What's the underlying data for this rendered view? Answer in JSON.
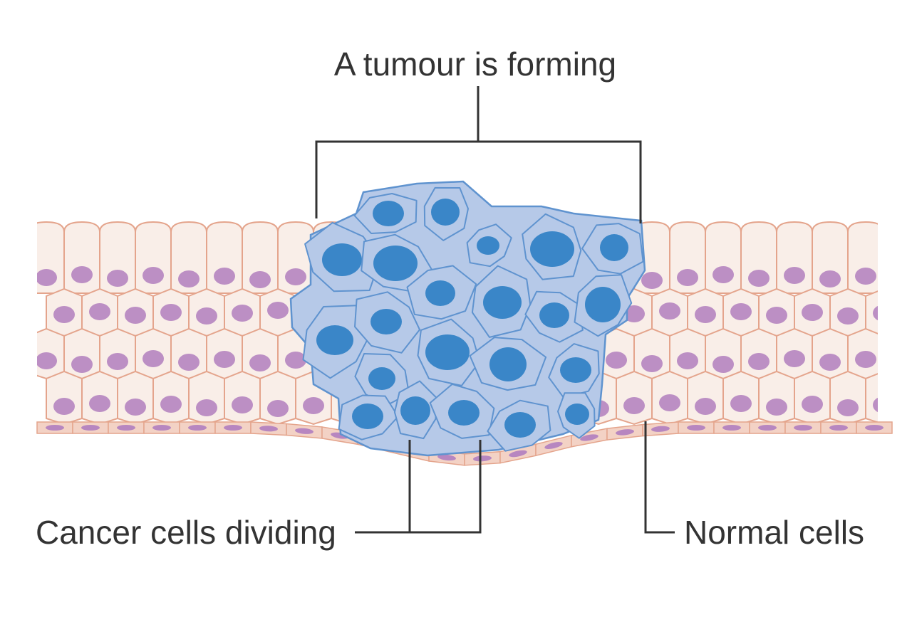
{
  "labels": {
    "top": "A tumour is forming",
    "bottom_left": "Cancer cells dividing",
    "bottom_right": "Normal cells"
  },
  "colors": {
    "background": "#ffffff",
    "normal_cell_fill": "#f9eee8",
    "normal_cell_stroke": "#e4a48c",
    "normal_nucleus": "#bc8fc4",
    "basal_cell_fill": "#f3d2c5",
    "basal_nucleus": "#b786c0",
    "tumour_cell_fill": "#b6c9e8",
    "tumour_cell_stroke": "#5f93cf",
    "tumour_nucleus": "#3a86c8",
    "line": "#333333"
  },
  "icons": {
    "tissue": "epithelial-tissue-illustration",
    "tumour": "tumour-cell-cluster-illustration"
  }
}
